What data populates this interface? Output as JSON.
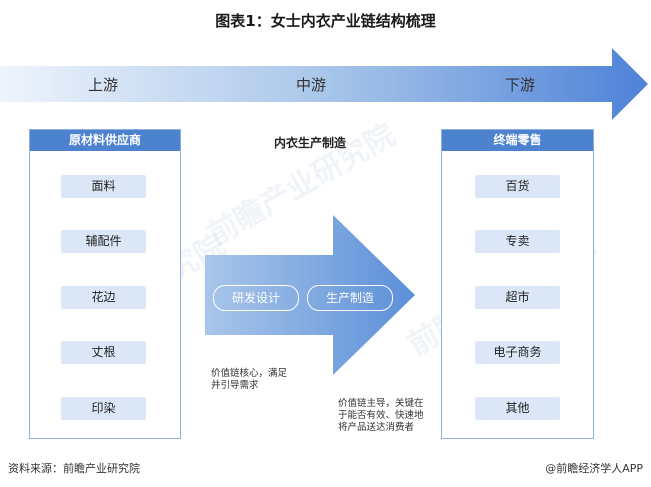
{
  "title": "图表1：女士内衣产业链结构梳理",
  "stages": {
    "upstream": "上游",
    "midstream": "中游",
    "downstream": "下游"
  },
  "upstream": {
    "header": "原材料供应商",
    "items": [
      "面料",
      "辅配件",
      "花边",
      "丈根",
      "印染"
    ]
  },
  "midstream": {
    "header": "内衣生产制造",
    "steps": [
      "研发设计",
      "生产制造"
    ],
    "note_left_line1": "价值链核心，满足",
    "note_left_line2": "并引导需求",
    "note_right_line1": "价值链主导，关键在",
    "note_right_line2": "于能否有效、快速地",
    "note_right_line3": "将产品送达消费者"
  },
  "downstream": {
    "header": "终端零售",
    "items": [
      "百货",
      "专卖",
      "超市",
      "电子商务",
      "其他"
    ]
  },
  "footer": {
    "source": "资料来源：前瞻产业研究院",
    "brand": "@前瞻经济学人APP"
  },
  "watermark": "前瞻产业研究院",
  "colors": {
    "accent": "#4d82cf",
    "chip": "#dbe7f6",
    "arrow_light": "#a9c6ea",
    "arrow_dark": "#5b8fd8"
  }
}
